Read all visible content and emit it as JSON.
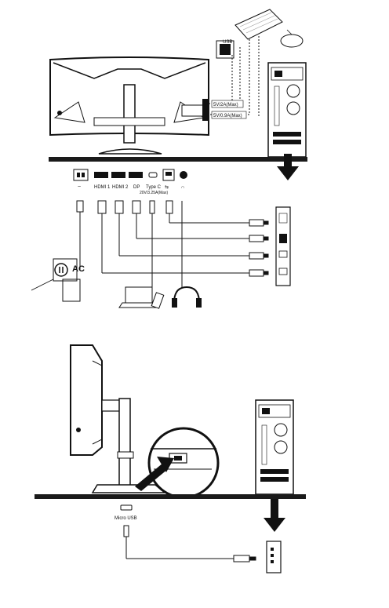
{
  "top_section": {
    "usb_hub_label": "USB",
    "power_label_1": "5V/2A(Max)",
    "power_label_2": "5V/0.9A(Max)",
    "port_labels": {
      "ac_symbol": "~",
      "hdmi1": "HDMI 1",
      "hdmi2": "HDMI 2",
      "dp": "DP",
      "typec": "Type C",
      "typec_power": "20V/3.25A(Max)",
      "usb_symbol": "⇆",
      "audio_symbol": "∩"
    },
    "ac_label": "AC"
  },
  "bottom_section": {
    "micro_usb_label": "Micro USB"
  },
  "colors": {
    "ink": "#111111",
    "floor": "#1a1a1a",
    "paper": "#ffffff"
  }
}
